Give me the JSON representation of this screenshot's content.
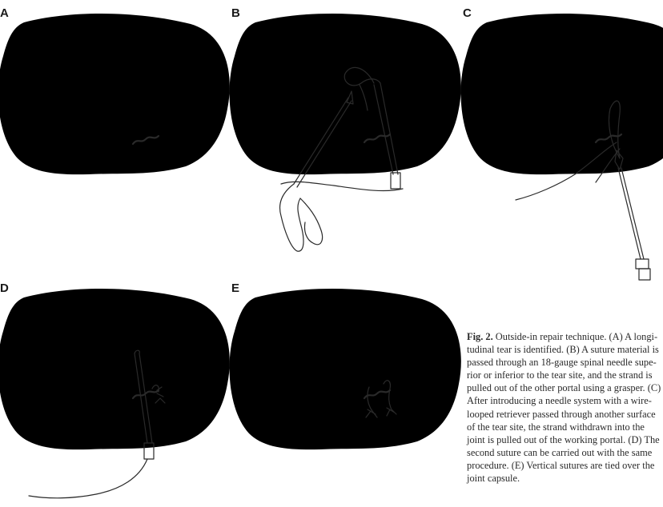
{
  "panels": [
    {
      "id": "A",
      "label": "A"
    },
    {
      "id": "B",
      "label": "B"
    },
    {
      "id": "C",
      "label": "C"
    },
    {
      "id": "D",
      "label": "D"
    },
    {
      "id": "E",
      "label": "E"
    }
  ],
  "caption": {
    "fig_label": "Fig. 2.",
    "lines": [
      " Outside-in repair technique. (A) A longi-",
      "tudinal tear is identified. (B) A suture material is",
      "passed through an 18-gauge spinal needle supe-",
      "rior or inferior to the tear site, and the strand is",
      "pulled out of the other portal using a grasper. (C)",
      "After introducing a needle system with a wire-",
      "looped retriever passed through another surface",
      "of the tear site, the strand withdrawn into the",
      "joint is pulled out of the working portal. (D) The",
      "second suture can be carried out with the same",
      "procedure. (E) Vertical sutures are tied over the",
      "joint capsule."
    ]
  }
}
